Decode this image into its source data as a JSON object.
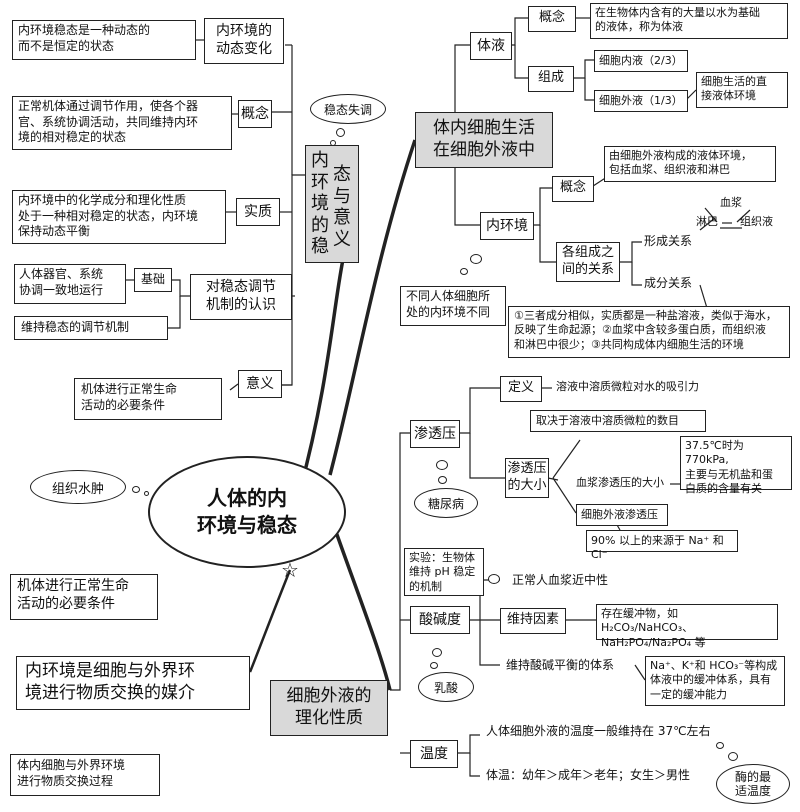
{
  "central": {
    "line1": "人体的内",
    "line2": "环境与稳态"
  },
  "left": {
    "dynamic_change": {
      "label_line1": "内环境的",
      "label_line2": "动态变化",
      "note_line1": "内环境稳态是一种动态的",
      "note_line2": "而不是恒定的状态"
    },
    "concept": {
      "label": "概念",
      "note_line1": "正常机体通过调节作用，使各个器",
      "note_line2": "官、系统协调活动，共同维持内环",
      "note_line3": "境的相对稳定的状态"
    },
    "essence": {
      "label": "实质",
      "note_line1": "内环境中的化学成分和理化性质",
      "note_line2": "处于一种相对稳定的状态，内环境",
      "note_line3": "保持动态平衡"
    },
    "understanding": {
      "label_line1": "对稳态调节",
      "label_line2": "机制的认识",
      "basis_label": "基础",
      "basis_note_line1": "人体器官、系统",
      "basis_note_line2": "协调一致地运行",
      "mechanism_note": "维持稳态的调节机制"
    },
    "significance": {
      "label": "意义",
      "note_line1": "机体进行正常生命",
      "note_line2": "活动的必要条件"
    },
    "branch": {
      "cloud": "稳态失调",
      "col1": "内环境的稳",
      "col2": "态与意义"
    }
  },
  "top_right": {
    "main": {
      "line1": "体内细胞生活",
      "line2": "在细胞外液中"
    },
    "body_fluid": {
      "label": "体液",
      "concept_label": "概念",
      "concept_note_line1": "在生物体内含有的大量以水为基础",
      "concept_note_line2": "的液体，称为体液",
      "composition_label": "组成",
      "intracellular": "细胞内液（2/3）",
      "extracellular": "细胞外液（1/3）",
      "ext_note_line1": "细胞生活的直",
      "ext_note_line2": "接液体环境"
    },
    "internal_env": {
      "label": "内环境",
      "concept_label": "概念",
      "concept_note_line1": "由细胞外液构成的液体环境，",
      "concept_note_line2": "包括血浆、组织液和淋巴",
      "components_line1": "各组成之",
      "components_line2": "间的关系",
      "formation": "形成关系",
      "composition": "成分关系",
      "plasma": "血浆",
      "lymph": "淋巴",
      "tissue_fluid": "组织液",
      "diff_note_line1": "不同人体细胞所",
      "diff_note_line2": "处的内环境不同",
      "relation_note_line1": "①三者成分相似，实质都是一种盐溶液，类似于海水，",
      "relation_note_line2": "反映了生命起源；②血浆中含较多蛋白质，而组织液",
      "relation_note_line3": "和淋巴中很少；③共同构成体内细胞生活的环境"
    }
  },
  "bottom_right": {
    "main": {
      "line1": "细胞外液的",
      "line2": "理化性质"
    },
    "osmotic": {
      "label": "渗透压",
      "definition_label": "定义",
      "definition_note": "溶液中溶质微粒对水的吸引力",
      "depends_note": "取决于溶液中溶质微粒的数目",
      "size_line1": "渗透压",
      "size_line2": "的大小",
      "plasma_label": "血浆渗透压的大小",
      "plasma_note_line1": "37.5℃时为 770kPa,",
      "plasma_note_line2": "主要与无机盐和蛋",
      "plasma_note_line3": "白质的含量有关",
      "ecf_label": "细胞外液渗透压",
      "ecf_note": "90% 以上的来源于 Na⁺ 和 Cl⁻",
      "cloud": "糖尿病"
    },
    "ph": {
      "label": "酸碱度",
      "exp_note_line1": "实验：生物体",
      "exp_note_line2": "维持 pH 稳定",
      "exp_note_line3": "的机制",
      "neutral": "正常人血浆近中性",
      "factors_label": "维持因素",
      "factors_note_line1": "存在缓冲物，如 H₂CO₃/NaHCO₃、",
      "factors_note_line2": "NaH₂PO₄/Na₂PO₄ 等",
      "system_label": "维持酸碱平衡的体系",
      "system_note_line1": "Na⁺、K⁺和 HCO₃⁻等构成",
      "system_note_line2": "体液中的缓冲体系，具有",
      "system_note_line3": "一定的缓冲能力",
      "cloud": "乳酸"
    },
    "temperature": {
      "label": "温度",
      "general": "人体细胞外液的温度一般维持在 37℃左右",
      "body_temp": "体温：幼年＞成年＞老年；女生＞男性",
      "cloud_line1": "酶的最",
      "cloud_line2": "适温度"
    }
  },
  "bottom_left": {
    "cloud": "组织水肿",
    "note1_line1": "机体进行正常生命",
    "note1_line2": "活动的必要条件",
    "medium_line1": "内环境是细胞与外界环",
    "medium_line2": "境进行物质交换的媒介",
    "note2_line1": "体内细胞与外界环境",
    "note2_line2": "进行物质交换过程"
  }
}
